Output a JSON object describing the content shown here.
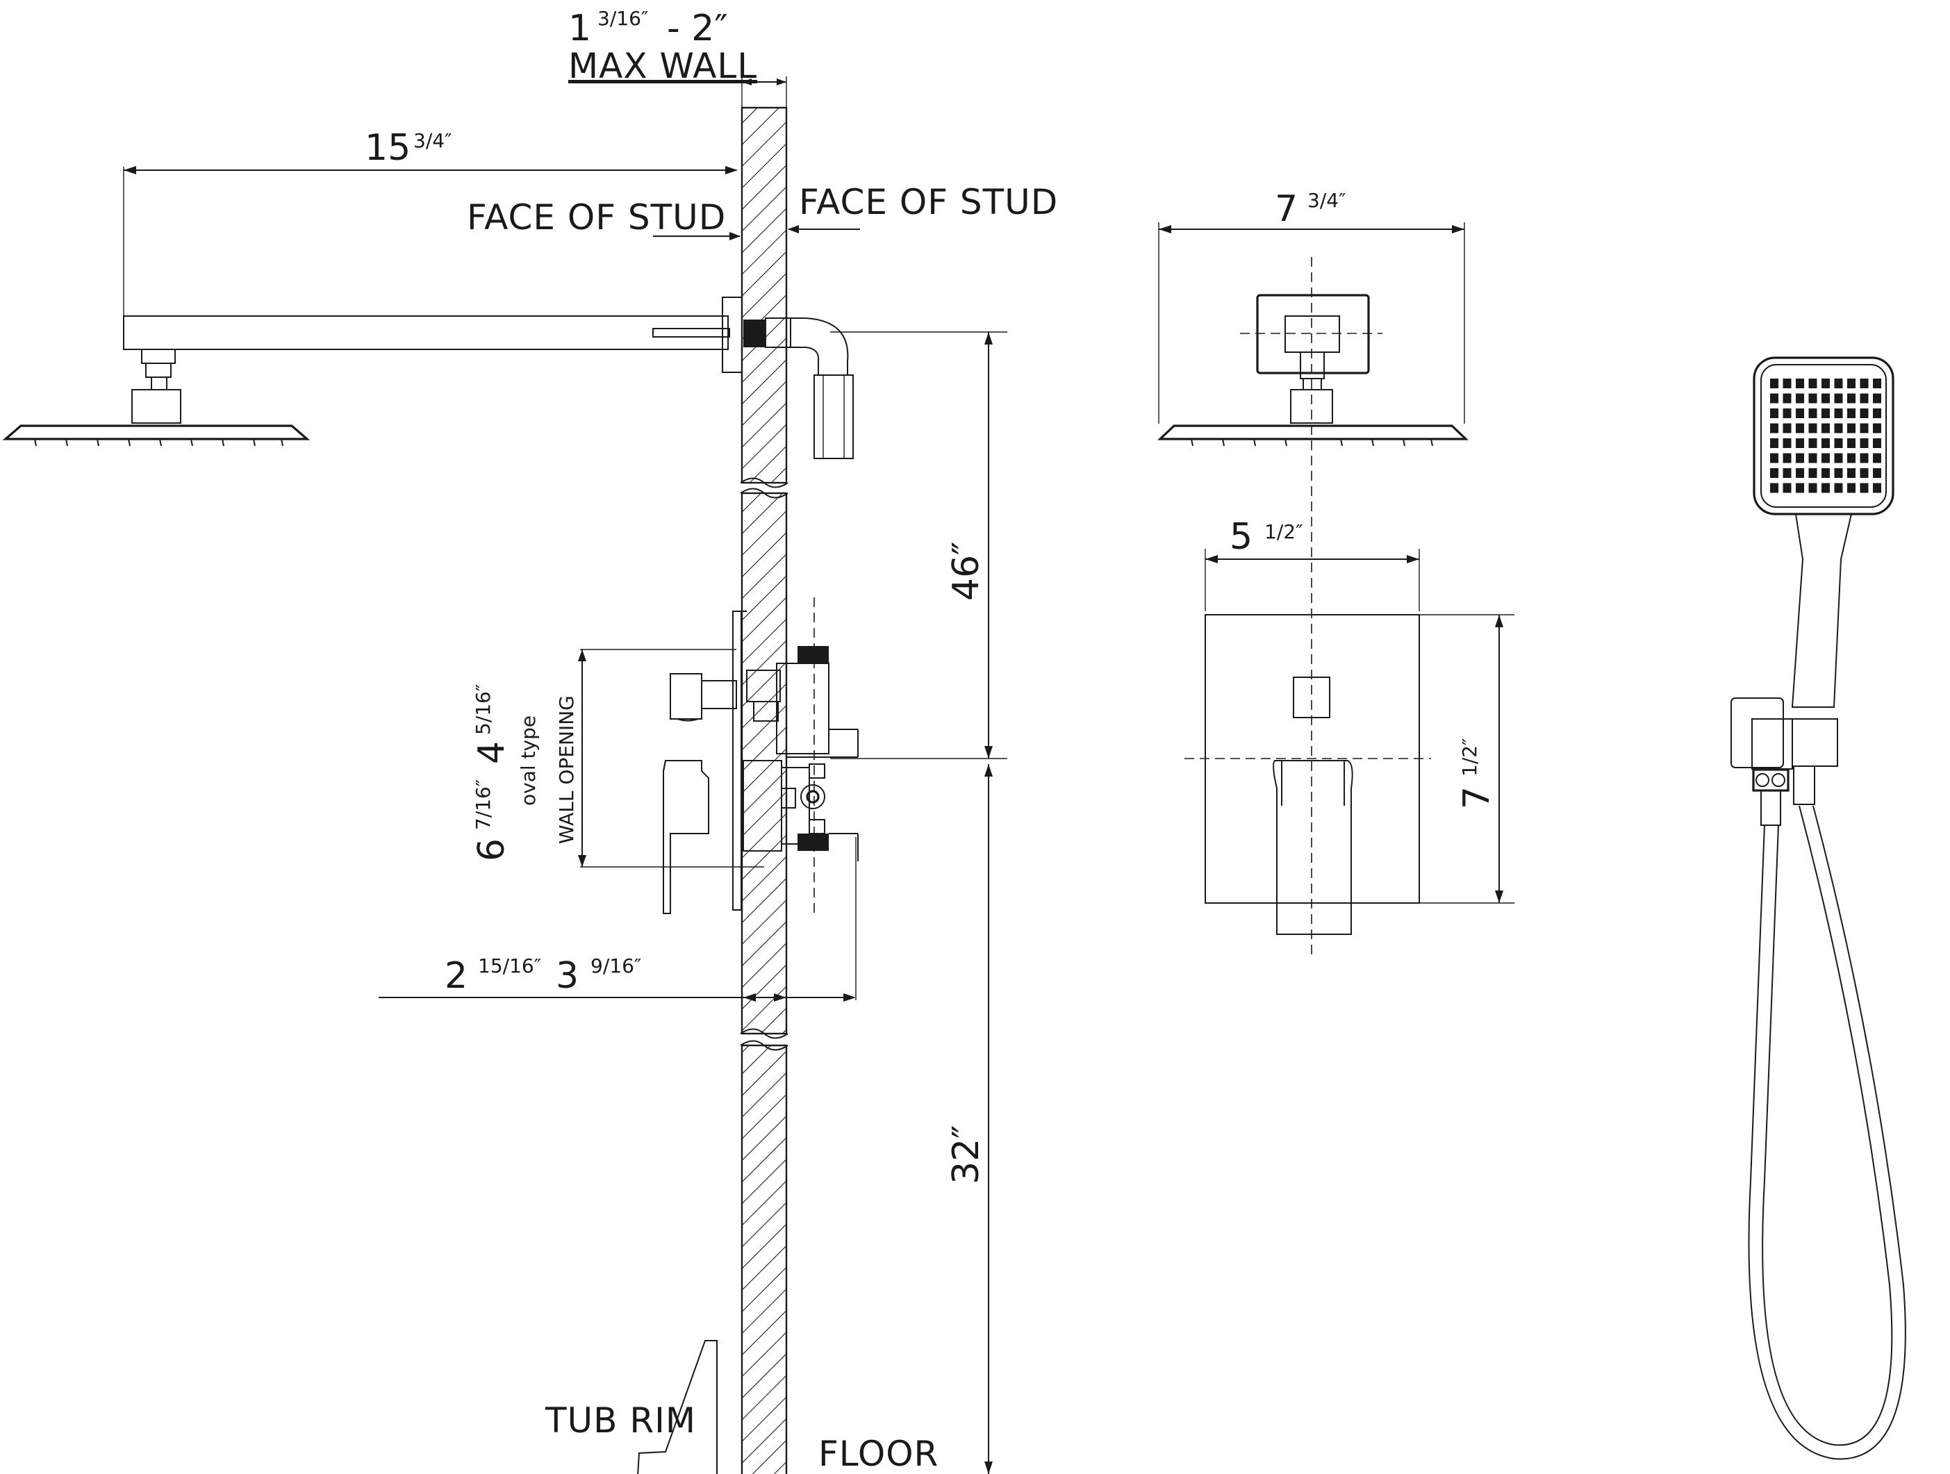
{
  "colors": {
    "line": "#1a1a1a",
    "background": "#ffffff",
    "wall_hatch": "#1a1a1a"
  },
  "labels": {
    "max_wall_main": "1",
    "max_wall_frac1": "3/16″",
    "max_wall_sep": "- 2″",
    "max_wall": "MAX WALL",
    "arm_length_main": "15",
    "arm_length_frac": "3/4″",
    "face_of_stud_left": "FACE OF STUD",
    "face_of_stud_right": "FACE OF STUD",
    "height_46": "46″",
    "height_32": "32″",
    "wall_opening_a_main": "6",
    "wall_opening_a_frac": "7/16″",
    "wall_opening_b_main": "4",
    "wall_opening_b_frac": "5/16″",
    "oval_type": "oval type",
    "wall_opening": "WALL OPENING",
    "depth_a_main": "2",
    "depth_a_frac": "15/16″",
    "depth_b_main": "3",
    "depth_b_frac": "9/16″",
    "tub_rim": "TUB RIM",
    "floor": "FLOOR",
    "head_width_main": "7",
    "head_width_frac": "3/4″",
    "plate_width_main": "5",
    "plate_width_frac": "1/2″",
    "plate_height_main": "7",
    "plate_height_frac": "1/2″"
  },
  "icons": [
    "rain-shower-head-icon",
    "valve-trim-plate-icon",
    "hand-shower-icon"
  ]
}
